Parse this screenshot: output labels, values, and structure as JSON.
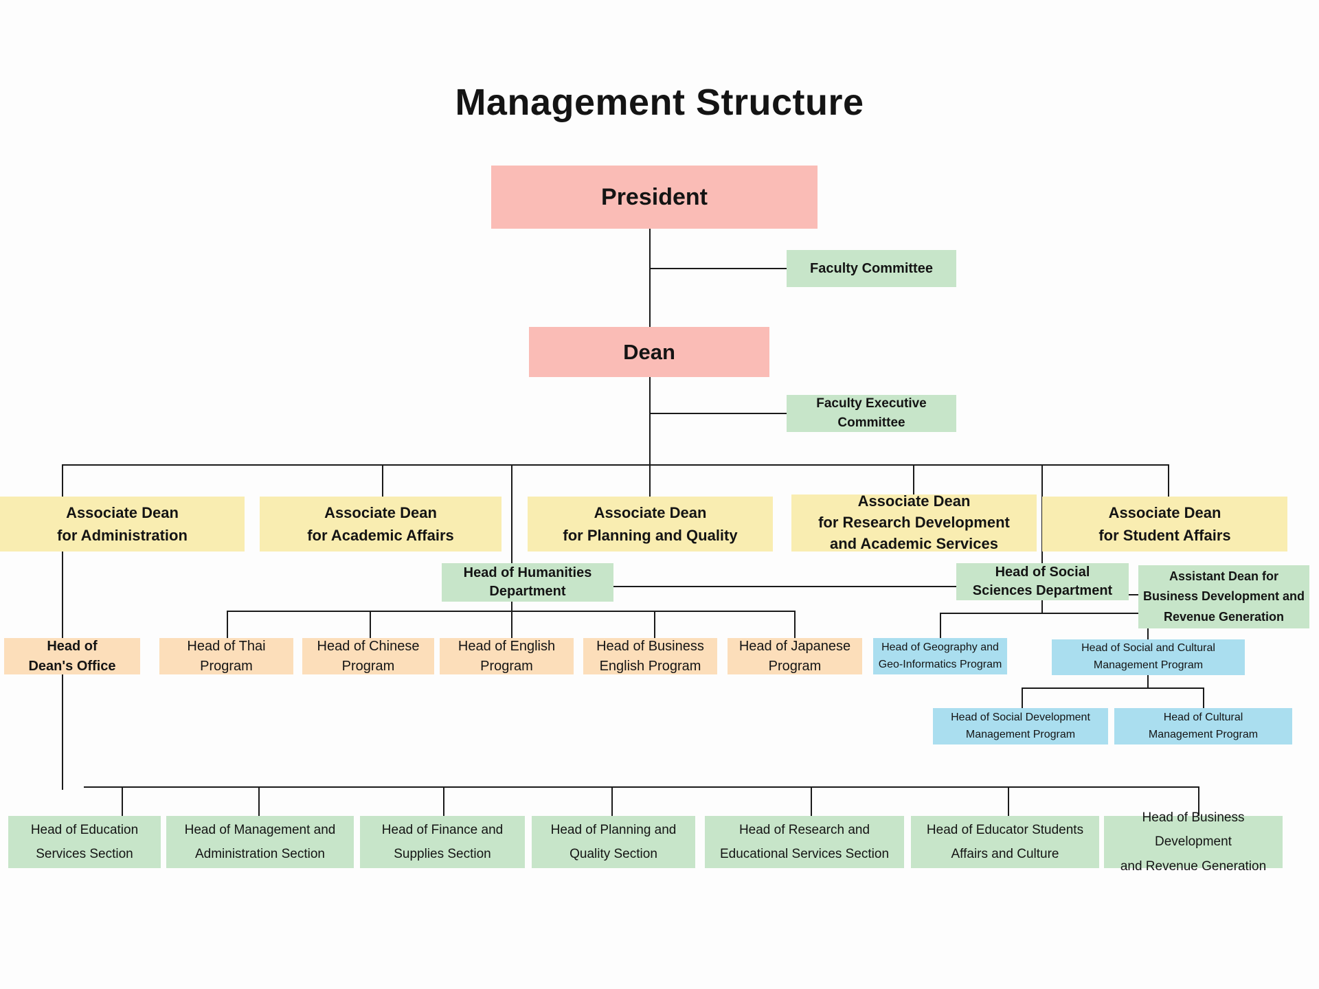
{
  "title": "Management Structure",
  "colors": {
    "executive": "#FABCB6",
    "committee": "#C7E5C9",
    "associate": "#F9EDB1",
    "program": "#FCDEBA",
    "program_blue": "#AADEEF",
    "line": "#1A1A1A",
    "text": "#141414",
    "background": "#FDFDFD"
  },
  "nodes": {
    "president": {
      "label": "President"
    },
    "faculty_committee": {
      "label": "Faculty Committee"
    },
    "dean": {
      "label": "Dean"
    },
    "faculty_exec": {
      "label": "Faculty Executive\nCommittee"
    },
    "assoc_admin": {
      "label": "Associate Dean\nfor Administration"
    },
    "assoc_academic": {
      "label": "Associate Dean\nfor Academic Affairs"
    },
    "assoc_planning": {
      "label": "Associate Dean\nfor Planning and Quality"
    },
    "assoc_research": {
      "label": "Associate Dean\nfor Research Development\nand Academic Services"
    },
    "assoc_student": {
      "label": "Associate Dean\nfor Student Affairs"
    },
    "head_humanities": {
      "label": "Head of Humanities\nDepartment"
    },
    "head_social_sciences": {
      "label": "Head of Social\nSciences Department"
    },
    "assistant_dean": {
      "label": "Assistant Dean for\nBusiness Development and\nRevenue Generation"
    },
    "head_deans_office": {
      "label": "Head of\nDean's Office"
    },
    "head_thai": {
      "label": "Head of Thai\nProgram"
    },
    "head_chinese": {
      "label": "Head of Chinese\nProgram"
    },
    "head_english": {
      "label": "Head of English\nProgram"
    },
    "head_business_english": {
      "label": "Head of Business\nEnglish Program"
    },
    "head_japanese": {
      "label": "Head of Japanese\nProgram"
    },
    "head_geography": {
      "label": "Head of Geography and\nGeo-Informatics Program"
    },
    "head_social_cultural": {
      "label": "Head of Social and Cultural\nManagement Program"
    },
    "head_social_dev": {
      "label": "Head of Social Development\nManagement Program"
    },
    "head_cultural": {
      "label": "Head of Cultural\nManagement Program"
    },
    "sec_education": {
      "label": "Head of Education\nServices Section"
    },
    "sec_management": {
      "label": "Head of Management and\nAdministration Section"
    },
    "sec_finance": {
      "label": "Head of Finance and\nSupplies Section"
    },
    "sec_planning": {
      "label": "Head of Planning and\nQuality Section"
    },
    "sec_research": {
      "label": "Head of Research and\nEducational Services Section"
    },
    "sec_educator": {
      "label": "Head of Educator Students\nAffairs and Culture"
    },
    "sec_business": {
      "label": "Head of Business Development\nand Revenue Generation"
    }
  }
}
